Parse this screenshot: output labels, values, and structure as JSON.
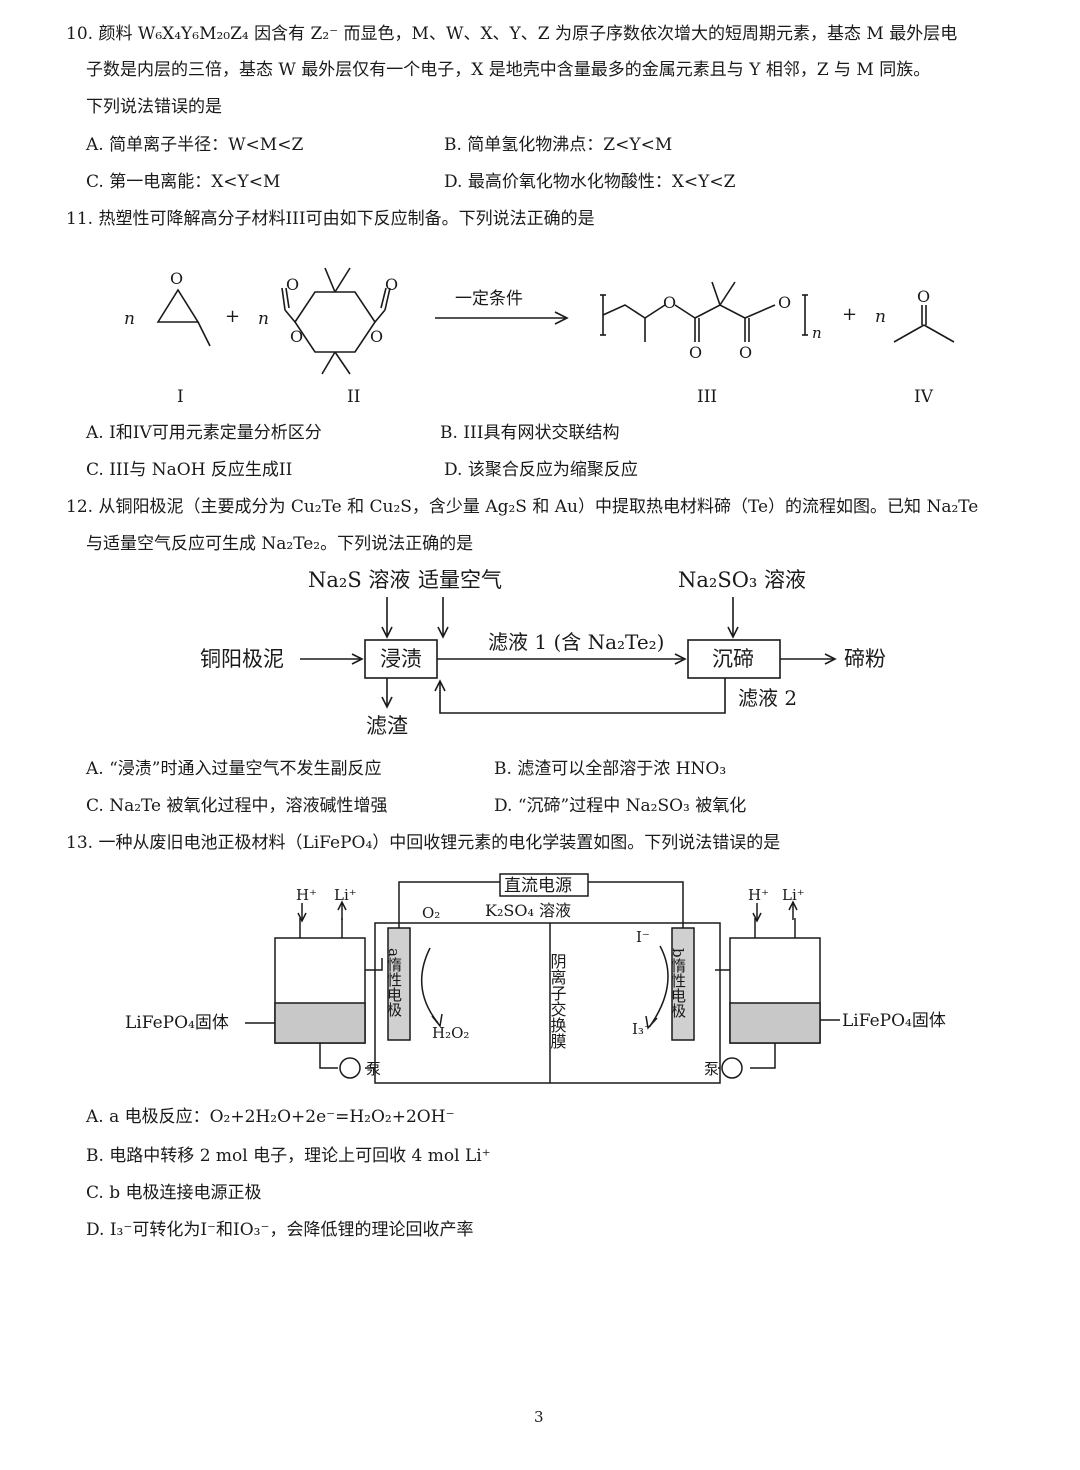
{
  "q10": {
    "line1": "10. 颜料 W₆X₄Y₆M₂₀Z₄ 因含有 Z₂⁻ 而显色，M、W、X、Y、Z 为原子序数依次增大的短周期元素，基态 M 最外层电",
    "line2": "子数是内层的三倍，基态 W 最外层仅有一个电子，X 是地壳中含量最多的金属元素且与 Y 相邻，Z 与 M 同族。",
    "line3": "下列说法错误的是",
    "optA": "A.  简单离子半径：W<M<Z",
    "optB": "B.  简单氢化物沸点：Z<Y<M",
    "optC": "C.  第一电离能：X<Y<M",
    "optD": "D.  最高价氧化物水化物酸性：X<Y<Z"
  },
  "q11": {
    "stem": "11.  热塑性可降解高分子材料III可由如下反应制备。下列说法正确的是",
    "labels": {
      "I": "I",
      "II": "II",
      "III": "III",
      "IV": "IV",
      "n": "n",
      "plus": "+",
      "cond": "一定条件"
    },
    "optA": "A. I和IV可用元素定量分析区分",
    "optB": "B. III具有网状交联结构",
    "optC": "C. III与 NaOH 反应生成II",
    "optD": "D.  该聚合反应为缩聚反应"
  },
  "q12": {
    "line1": "12.  从铜阳极泥（主要成分为 Cu₂Te 和 Cu₂S，含少量 Ag₂S 和 Au）中提取热电材料碲（Te）的流程如图。已知 Na₂Te",
    "line2": "与适量空气反应可生成 Na₂Te₂。下列说法正确的是",
    "flow": {
      "in1": "Na₂S 溶液",
      "in2": "适量空气",
      "in3": "Na₂SO₃ 溶液",
      "start": "铜阳极泥",
      "box1": "浸渍",
      "filtrate1": "滤液 1 (含 Na₂Te₂)",
      "box2": "沉碲",
      "product": "碲粉",
      "residue": "滤渣",
      "filtrate2": "滤液 2"
    },
    "optA": "A.  “浸渍”时通入过量空气不发生副反应",
    "optB": "B.  滤渣可以全部溶于浓 HNO₃",
    "optC": "C. Na₂Te 被氧化过程中，溶液碱性增强",
    "optD": "D.  “沉碲”过程中 Na₂SO₃ 被氧化"
  },
  "q13": {
    "stem": "13.  一种从废旧电池正极材料（LiFePO₄）中回收锂元素的电化学装置如图。下列说法错误的是",
    "device": {
      "power": "直流电源",
      "electrolyte": "K₂SO₄ 溶液",
      "membrane": "阴离子交换膜",
      "electrode_a": "a惰性电极",
      "electrode_b": "b惰性电极",
      "o2": "O₂",
      "h2o2": "H₂O₂",
      "iodide": "I⁻",
      "triiodide": "I₃⁻",
      "h_ion": "H⁺",
      "li_ion": "Li⁺",
      "solid_left": "LiFePO₄固体",
      "solid_right": "LiFePO₄固体",
      "pump": "泵"
    },
    "optA": "A. a 电极反应：O₂+2H₂O+2e⁻=H₂O₂+2OH⁻",
    "optB": "B.  电路中转移 2 mol 电子，理论上可回收 4 mol Li⁺",
    "optC": "C. b 电极连接电源正极",
    "optD": "D. I₃⁻可转化为I⁻和IO₃⁻，会降低锂的理论回收产率"
  },
  "page_number": "3"
}
